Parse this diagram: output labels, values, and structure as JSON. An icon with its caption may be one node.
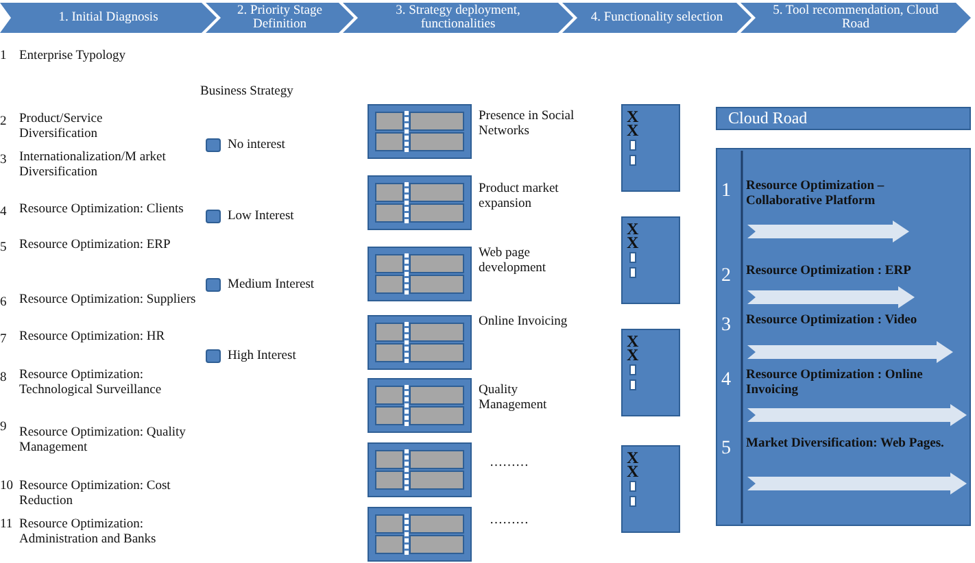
{
  "diagram": {
    "nodes": [
      {
        "text": [
          "1. Initial Diagnosis"
        ]
      },
      {
        "text": [
          "2. Priority Stage Definition"
        ]
      },
      {
        "text": [
          "3. Strategy deployment, functionalities"
        ]
      },
      {
        "text": [
          "4. Functionality selection"
        ]
      },
      {
        "text": [
          "5. Tool recommendation, Cloud Road"
        ]
      },
      {
        "text": [],
        "shape": "box",
        "beside": [
          "Presence in Social Networks"
        ]
      },
      {
        "text": [],
        "shape": "box",
        "beside": [
          "Product market expansion"
        ]
      },
      {
        "text": [],
        "shape": "box",
        "beside": [
          "Web page development"
        ]
      },
      {
        "text": [],
        "shape": "box",
        "beside": [
          "Online Invoicing"
        ]
      },
      {
        "text": [],
        "shape": "box",
        "beside": [
          "Quality Management"
        ]
      },
      {
        "text": [],
        "shape": "box",
        "beside": [
          "………"
        ]
      },
      {
        "text": [],
        "shape": "box",
        "beside": [
          "………"
        ]
      },
      {
        "text": [
          "X",
          "X"
        ]
      },
      {
        "text": [
          "X",
          "X"
        ]
      },
      {
        "text": [
          "X",
          "X"
        ]
      },
      {
        "text": [
          "X",
          "X"
        ]
      },
      {
        "text": [
          "Cloud Road"
        ]
      },
      {
        "text": [],
        "shape": "box"
      },
      {
        "text": [
          "1",
          "Resource Optimization – Collaborative Platform"
        ],
        "in": 17
      },
      {
        "text": [
          "2",
          "Resource Optimization : ERP"
        ],
        "in": 17
      },
      {
        "text": [
          "3",
          "Resource Optimization : Video"
        ],
        "in": 17
      },
      {
        "text": [
          "4",
          "Resource Optimization : Online Invoicing"
        ],
        "in": 17
      },
      {
        "text": [
          "5",
          "Market Diversification: Web Pages."
        ],
        "in": 17
      }
    ],
    "edges": [],
    "labels": [
      "1",
      "Enterprise Typology",
      "Business Strategy",
      "2",
      "Product/Service Diversification",
      "3",
      "Internationalization/M arket Diversification",
      "4",
      "Resource Optimization: Clients",
      "5",
      "Resource Optimization: ERP",
      "6",
      "Resource Optimization: Suppliers",
      "7",
      "Resource Optimization: HR",
      "8",
      "Resource Optimization: Technological Surveillance",
      "9",
      "Resource Optimization: Quality Management",
      "10",
      "Resource Optimization: Cost Reduction",
      "11",
      "Resource Optimization: Administration and Banks"
    ],
    "legend": [
      {
        "text": "No interest",
        "color": "#4f81bd"
      },
      {
        "text": "Low Interest",
        "color": "#4f81bd"
      },
      {
        "text": "Medium Interest",
        "color": "#4f81bd"
      },
      {
        "text": "High Interest",
        "color": "#4f81bd"
      }
    ]
  }
}
